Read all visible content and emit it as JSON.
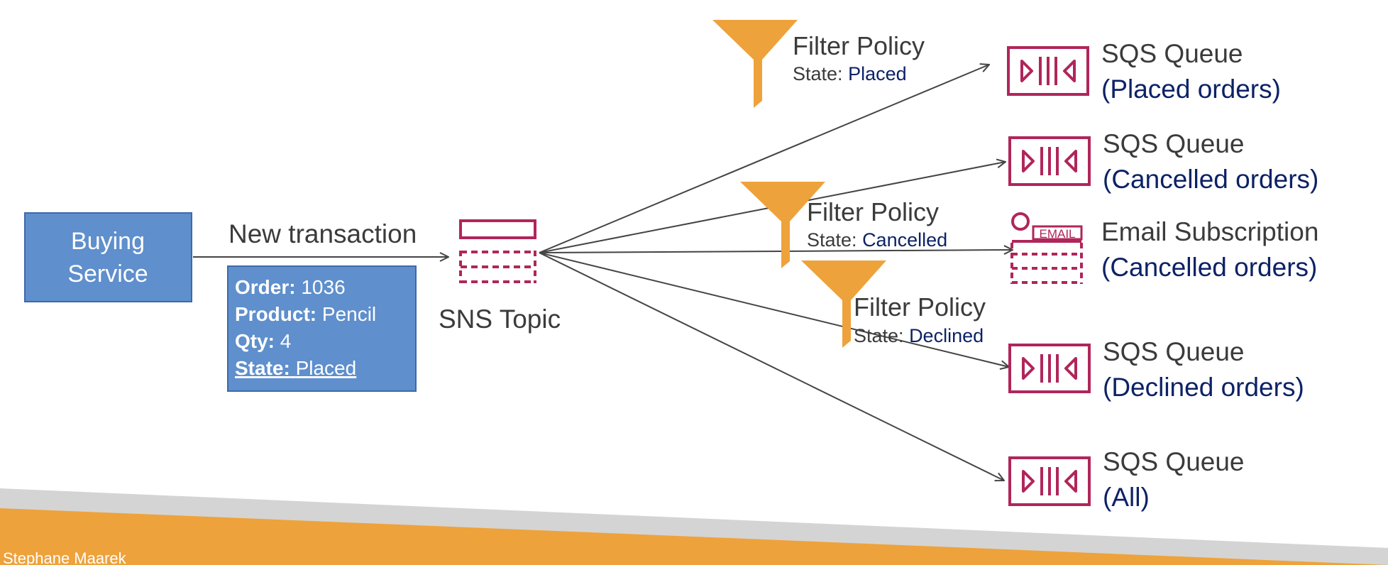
{
  "colors": {
    "service_fill": "#5f8fcc",
    "service_border": "#3d6aa8",
    "filter_orange": "#eea23b",
    "queue_crimson": "#b0265a",
    "state_value_blue": "#0c2266",
    "footer_orange": "#eea23b",
    "footer_gray": "#d4d4d4"
  },
  "buying_service": {
    "line1": "Buying",
    "line2": "Service"
  },
  "publish_label": "New transaction",
  "message": {
    "order_key": "Order:",
    "order_val": "1036",
    "product_key": "Product:",
    "product_val": "Pencil",
    "qty_key": "Qty:",
    "qty_val": "4",
    "state_key": "State:",
    "state_val": "Placed"
  },
  "topic": {
    "label": "SNS Topic",
    "icon": "sns-topic-icon"
  },
  "filter_policies": [
    {
      "title": "Filter Policy",
      "state_key": "State:",
      "state_val": "Placed",
      "icon": "funnel-icon"
    },
    {
      "title": "Filter Policy",
      "state_key": "State:",
      "state_val": "Cancelled",
      "icon": "funnel-icon"
    },
    {
      "title": "Filter Policy",
      "state_key": "State:",
      "state_val": "Declined",
      "icon": "funnel-icon"
    }
  ],
  "subscribers": [
    {
      "title": "SQS Queue",
      "detail": "(Placed orders)",
      "icon": "sqs-queue-icon"
    },
    {
      "title": "SQS Queue",
      "detail": "(Cancelled orders)",
      "icon": "sqs-queue-icon"
    },
    {
      "title": "Email Subscription",
      "detail": "(Cancelled orders)",
      "icon": "email-icon",
      "icon_text": "EMAIL"
    },
    {
      "title": "SQS Queue",
      "detail": "(Declined orders)",
      "icon": "sqs-queue-icon"
    },
    {
      "title": "SQS Queue",
      "detail": "(All)",
      "icon": "sqs-queue-icon"
    }
  ],
  "footer": {
    "author": "Stephane Maarek"
  }
}
